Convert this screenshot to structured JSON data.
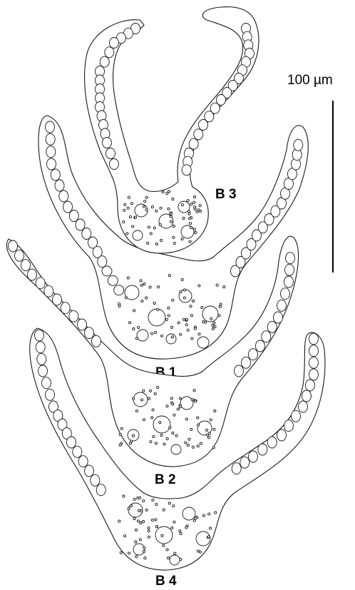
{
  "scale_bar": {
    "label": "100 µm"
  },
  "sections": [
    {
      "id": "B 3",
      "label": "B 3"
    },
    {
      "id": "B 1",
      "label": "B 1"
    },
    {
      "id": "B 2",
      "label": "B 2"
    },
    {
      "id": "B 4",
      "label": "B 4"
    }
  ],
  "colors": {
    "line": "#1a1a1a",
    "background": "#ffffff"
  }
}
